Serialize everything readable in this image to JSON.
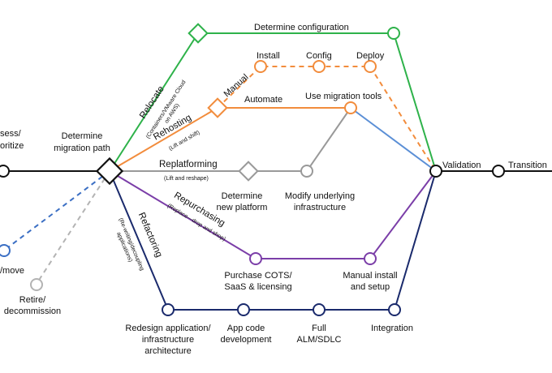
{
  "paths": {
    "relocate": {
      "title": "Relocate",
      "subtitle_1": "(Containers/VMware Cloud",
      "subtitle_2": "on AWS)"
    },
    "rehosting": {
      "title": "Rehosting",
      "subtitle": "(Lift and shift)",
      "manual": "Manual",
      "automate": "Automate"
    },
    "replatforming": {
      "title": "Replatforming",
      "subtitle": "(Lift and reshape)"
    },
    "repurchasing": {
      "title": "Repurchasing",
      "subtitle": "(Replace—drop and shop)"
    },
    "refactoring": {
      "title": "Refactoring",
      "subtitle_1": "(Re-writing/decoupling",
      "subtitle_2": "applications)"
    }
  },
  "labels": {
    "assess_line1": "sess/",
    "assess_line2": "oritize",
    "determine_path_line1": "Determine",
    "determine_path_line2": "migration path",
    "determine_config": "Determine configuration",
    "install": "Install",
    "config": "Config",
    "deploy": "Deploy",
    "use_tools": "Use migration tools",
    "determine_platform_line1": "Determine",
    "determine_platform_line2": "new platform",
    "modify_infra_line1": "Modify underlying",
    "modify_infra_line2": "infrastructure",
    "purchase_cots_line1": "Purchase COTS/",
    "purchase_cots_line2": "SaaS & licensing",
    "manual_install_line1": "Manual install",
    "manual_install_line2": "and setup",
    "redesign_line1": "Redesign application/",
    "redesign_line2": "infrastructure",
    "redesign_line3": "architecture",
    "app_code_line1": "App code",
    "app_code_line2": "development",
    "full_alm_line1": "Full",
    "full_alm_line2": "ALM/SDLC",
    "integration": "Integration",
    "validation": "Validation",
    "transition": "Transition",
    "retain_move": "/move",
    "retire_line1": "Retire/",
    "retire_line2": "decommission"
  },
  "colors": {
    "relocate": "#2eb24a",
    "rehosting": "#f28c3c",
    "replatforming": "#999999",
    "repurchasing": "#7b3ea8",
    "refactoring": "#1a2a6c",
    "retain": "#3b6fc4",
    "retire": "#b3b3b3",
    "main": "#111111",
    "tools_to_validation": "#5b8fd6"
  }
}
